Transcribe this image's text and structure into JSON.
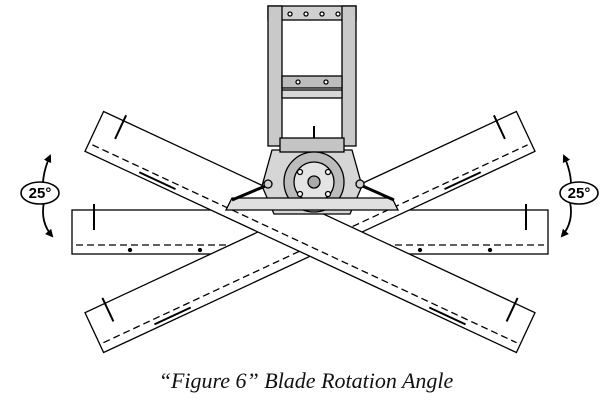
{
  "figure": {
    "caption": "“Figure 6” Blade Rotation Angle",
    "left_angle_label": "25°",
    "right_angle_label": "25°"
  }
}
